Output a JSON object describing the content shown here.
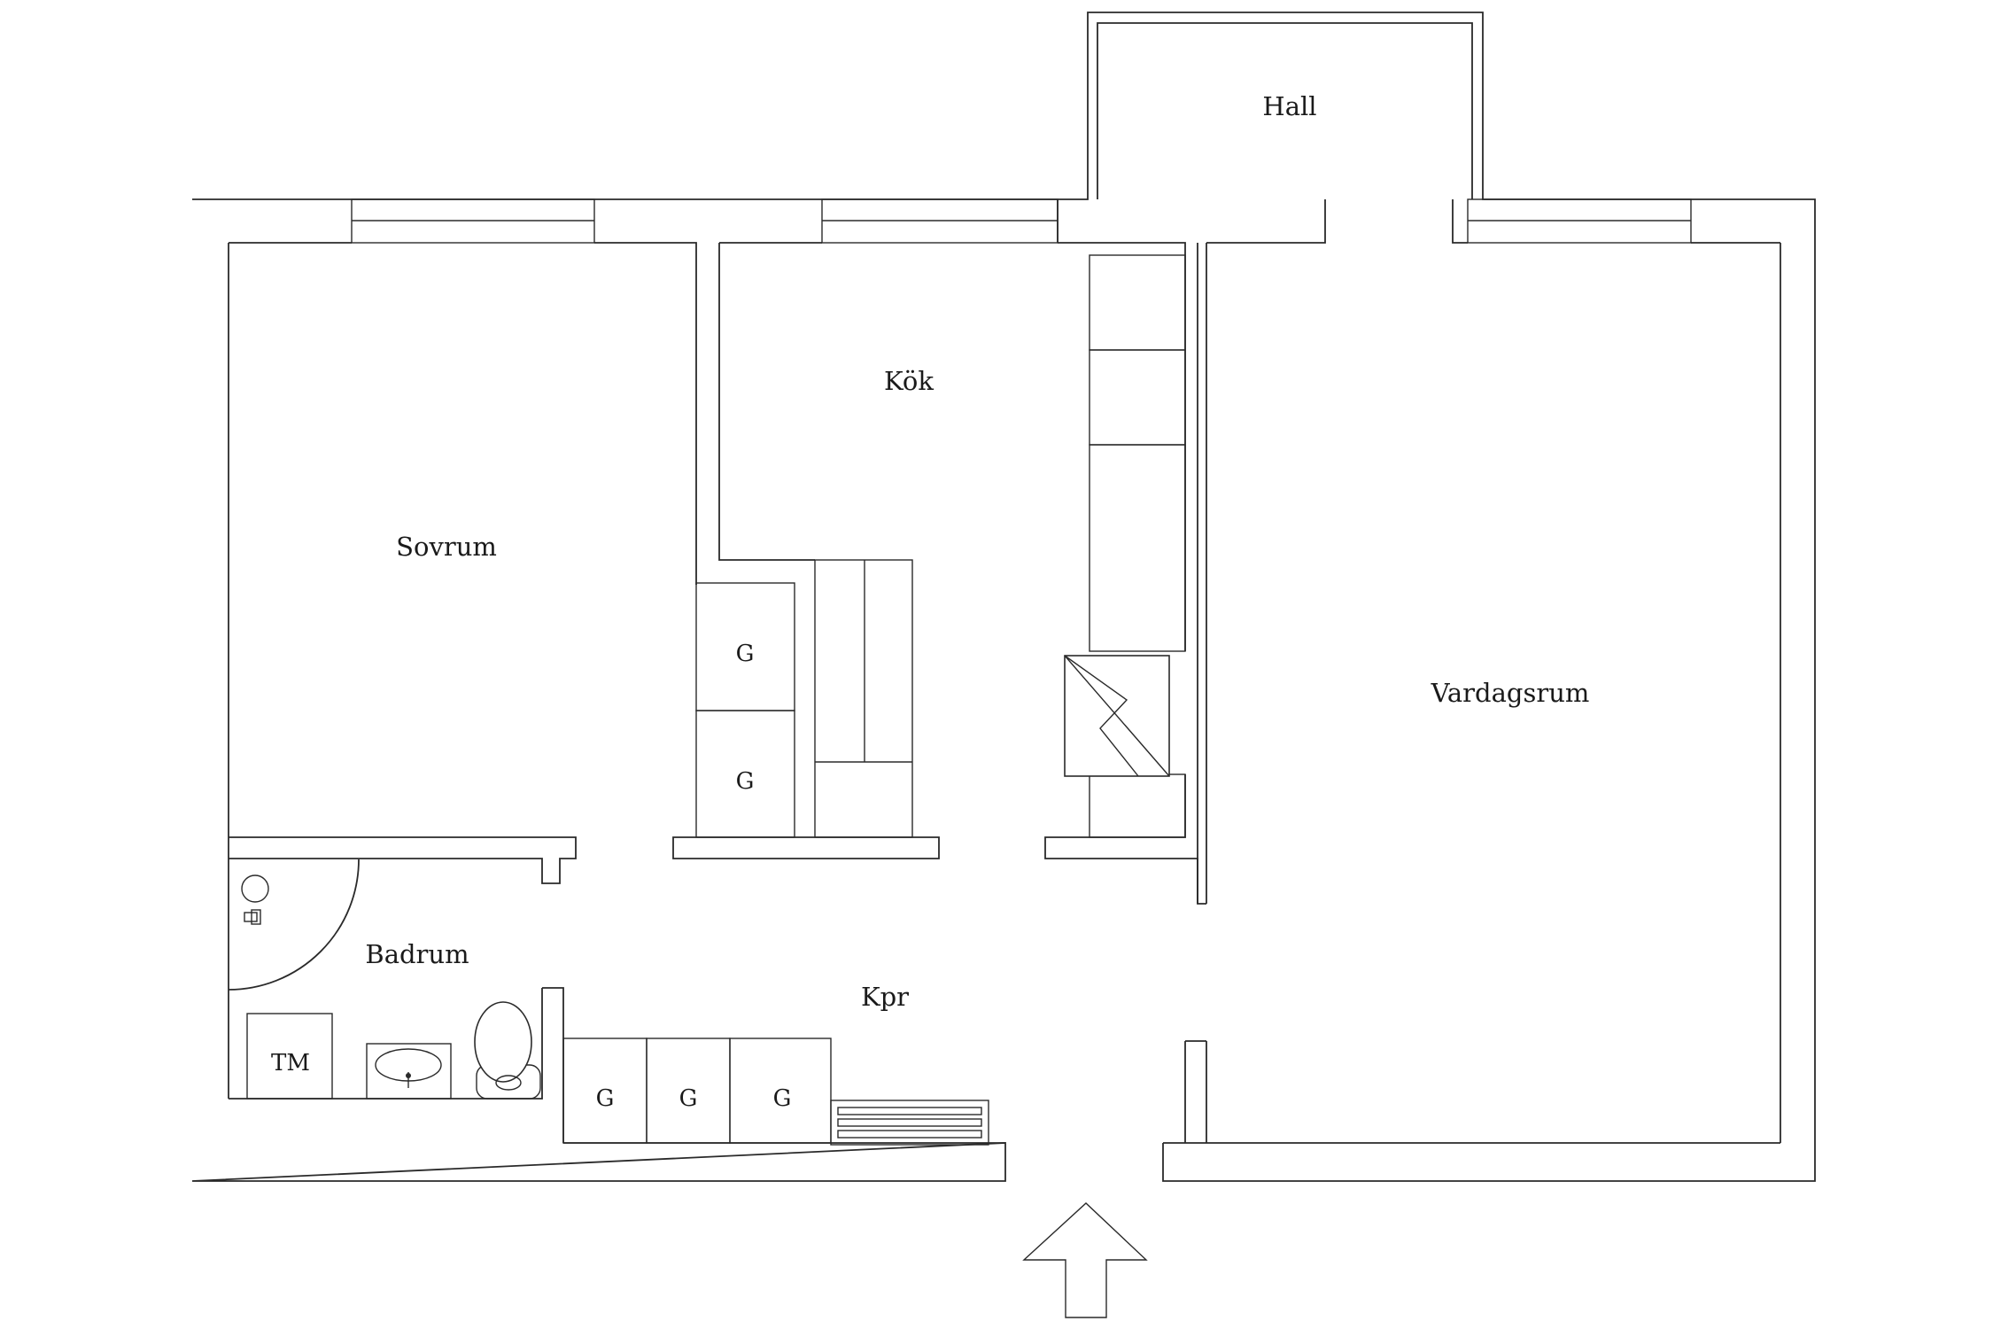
{
  "rooms": {
    "hall": "Hall",
    "kitchen": "Kök",
    "bedroom": "Sovrum",
    "living_room": "Vardagsrum",
    "bathroom": "Badrum",
    "corridor": "Kpr"
  },
  "fixtures": {
    "wardrobe": "G",
    "washing_machine": "TM"
  },
  "colors": {
    "line": "#2a2a2a",
    "background": "#ffffff"
  }
}
